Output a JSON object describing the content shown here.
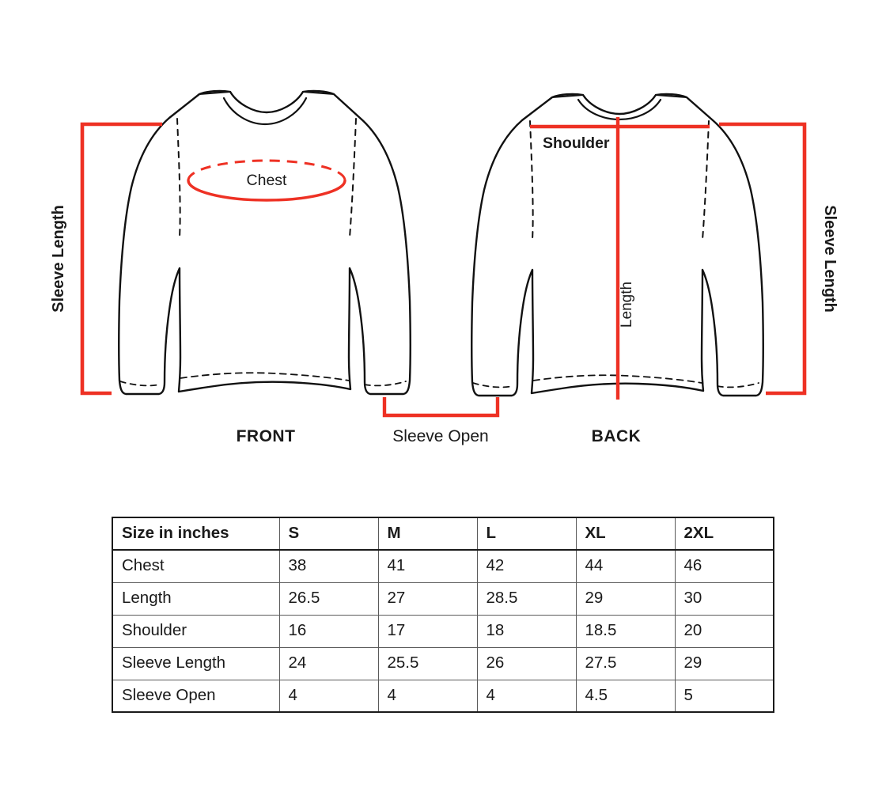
{
  "diagram": {
    "front_label": "FRONT",
    "back_label": "BACK",
    "measurements": {
      "chest": "Chest",
      "shoulder": "Shoulder",
      "length": "Length",
      "sleeve_length_left": "Sleeve Length",
      "sleeve_length_right": "Sleeve Length",
      "sleeve_open": "Sleeve Open"
    },
    "colors": {
      "accent": "#ee3124",
      "outline": "#111111",
      "text": "#1a1a1a"
    }
  },
  "table": {
    "header": [
      "Size in inches",
      "S",
      "M",
      "L",
      "XL",
      "2XL"
    ],
    "rows": [
      {
        "label": "Chest",
        "values": [
          "38",
          "41",
          "42",
          "44",
          "46"
        ]
      },
      {
        "label": "Length",
        "values": [
          "26.5",
          "27",
          "28.5",
          "29",
          "30"
        ]
      },
      {
        "label": "Shoulder",
        "values": [
          "16",
          "17",
          "18",
          "18.5",
          "20"
        ]
      },
      {
        "label": "Sleeve Length",
        "values": [
          "24",
          "25.5",
          "26",
          "27.5",
          "29"
        ]
      },
      {
        "label": "Sleeve Open",
        "values": [
          "4",
          "4",
          "4",
          "4.5",
          "5"
        ]
      }
    ]
  }
}
